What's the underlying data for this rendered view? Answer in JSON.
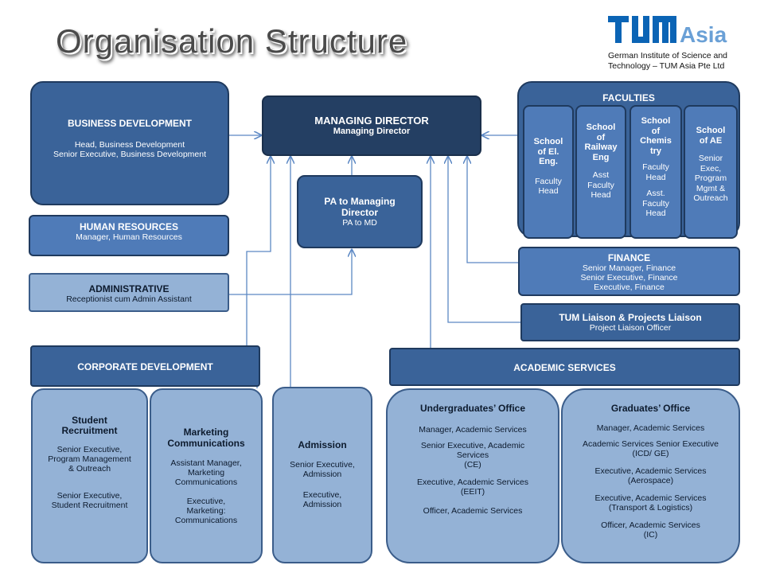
{
  "title": "Organisation Structure",
  "logo": {
    "mark": "TUM",
    "suffix": "Asia",
    "tagline_1": "German Institute of Science and",
    "tagline_2": "Technology – TUM Asia Pte Ltd"
  },
  "managing_director": {
    "title": "MANAGING DIRECTOR",
    "sub": "Managing Director"
  },
  "pa": {
    "title_1": "PA to Managing",
    "title_2": "Director",
    "sub": "PA to MD"
  },
  "business_development": {
    "title": "BUSINESS DEVELOPMENT",
    "line_1": "Head, Business Development",
    "line_2": "Senior Executive, Business Development"
  },
  "human_resources": {
    "title": "HUMAN RESOURCES",
    "sub": "Manager, Human Resources"
  },
  "administrative": {
    "title": "ADMINISTRATIVE",
    "sub": "Receptionist cum Admin Assistant"
  },
  "faculties": {
    "title": "FACULTIES",
    "items": [
      {
        "h1": "School",
        "h2": "of El.",
        "h3": "Eng.",
        "b1": "Faculty",
        "b2": "Head",
        "b3": "",
        "b4": ""
      },
      {
        "h1": "School",
        "h2": "of",
        "h3": "Railway",
        "h4": "Eng",
        "b1": "Asst",
        "b2": "Faculty",
        "b3": "Head"
      },
      {
        "h1": "School",
        "h2": "of",
        "h3": "Chemis",
        "h4": "try",
        "b1": "Faculty",
        "b2": "Head",
        "b3": "Asst.",
        "b4": "Faculty",
        "b5": "Head"
      },
      {
        "h1": "School",
        "h2": "of AE",
        "b1": "Senior",
        "b2": "Exec,",
        "b3": "Program",
        "b4": "Mgmt &",
        "b5": "Outreach"
      }
    ]
  },
  "finance": {
    "title": "FINANCE",
    "line_1": "Senior Manager, Finance",
    "line_2": "Senior Executive, Finance",
    "line_3": "Executive, Finance"
  },
  "liaison": {
    "title": "TUM Liaison & Projects Liaison",
    "sub": "Project Liaison Officer"
  },
  "corporate_development": {
    "title": "CORPORATE  DEVELOPMENT"
  },
  "academic_services": {
    "title": "ACADEMIC SERVICES"
  },
  "student_recruitment": {
    "h1": "Student",
    "h2": "Recruitment",
    "l1": "Senior Executive,",
    "l2": "Program Management",
    "l3": "& Outreach",
    "l4": "Senior Executive,",
    "l5": "Student Recruitment"
  },
  "marketing": {
    "h1": "Marketing",
    "h2": "Communications",
    "l1": "Assistant Manager,",
    "l2": "Marketing",
    "l3": "Communications",
    "l4": "Executive,",
    "l5": "Marketing:",
    "l6": "Communications"
  },
  "admission": {
    "h1": "Admission",
    "l1": "Senior Executive,",
    "l2": "Admission",
    "l3": "Executive,",
    "l4": "Admission"
  },
  "undergraduates": {
    "h1": "Undergraduates’ Office",
    "l1": "Manager, Academic Services",
    "l2": "Senior  Executive, Academic",
    "l3": "Services",
    "l4": "(CE)",
    "l5": "Executive, Academic Services",
    "l6": "(EEIT)",
    "l7": "Officer, Academic Services"
  },
  "graduates": {
    "h1": "Graduates’ Office",
    "l1": "Manager, Academic Services",
    "l2": "Academic Services Senior Executive",
    "l3": "(ICD/ GE)",
    "l4": "Executive, Academic Services",
    "l5": "(Aerospace)",
    "l6": "Executive, Academic Services",
    "l7": "(Transport & Logistics)",
    "l8": "Officer, Academic Services",
    "l9": "(IC)"
  },
  "colors": {
    "mid_blue": "#4f7bb8",
    "navy": "#243f63",
    "pale_blue": "#94b2d6",
    "logo_blue": "#0b64b5",
    "connector": "#5c88c4"
  }
}
